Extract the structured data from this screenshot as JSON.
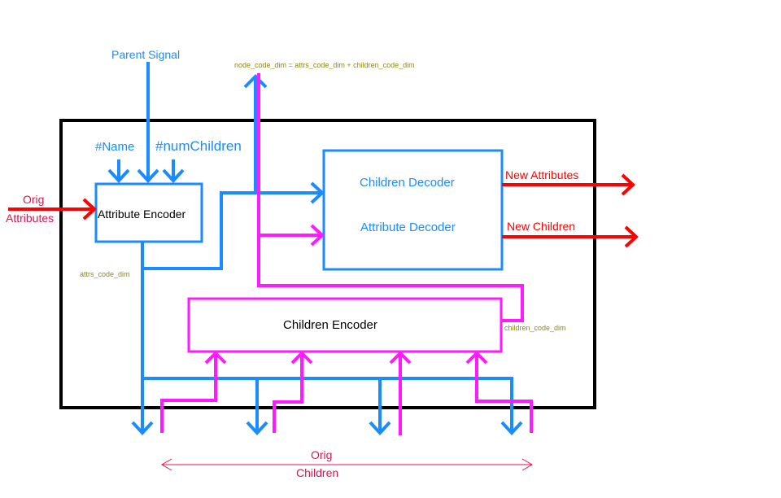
{
  "labels": {
    "parent_signal": "Parent Signal",
    "node_code_dim": "node_code_dim = attrs_code_dim + children_code_dim",
    "name": "#Name",
    "num_children": "#numChildren",
    "orig_attributes_line1": "Orig",
    "orig_attributes_line2": "Attributes",
    "attribute_encoder": "Attribute Encoder",
    "children_decoder": "Children Decoder",
    "attribute_decoder": "Attribute Decoder",
    "new_attributes": "New Attributes",
    "new_children": "New Children",
    "attrs_code_dim": "attrs_code_dim",
    "children_encoder": "Children Encoder",
    "children_code_dim": "children_code_dim",
    "orig_children_line1": "Orig",
    "orig_children_line2": "Children"
  },
  "colors": {
    "blue": "#1a8cff",
    "magenta": "#ff1aff",
    "red": "#ff0000",
    "crimson": "#e0144c",
    "olive": "#8a8a1a",
    "black": "#000000"
  }
}
